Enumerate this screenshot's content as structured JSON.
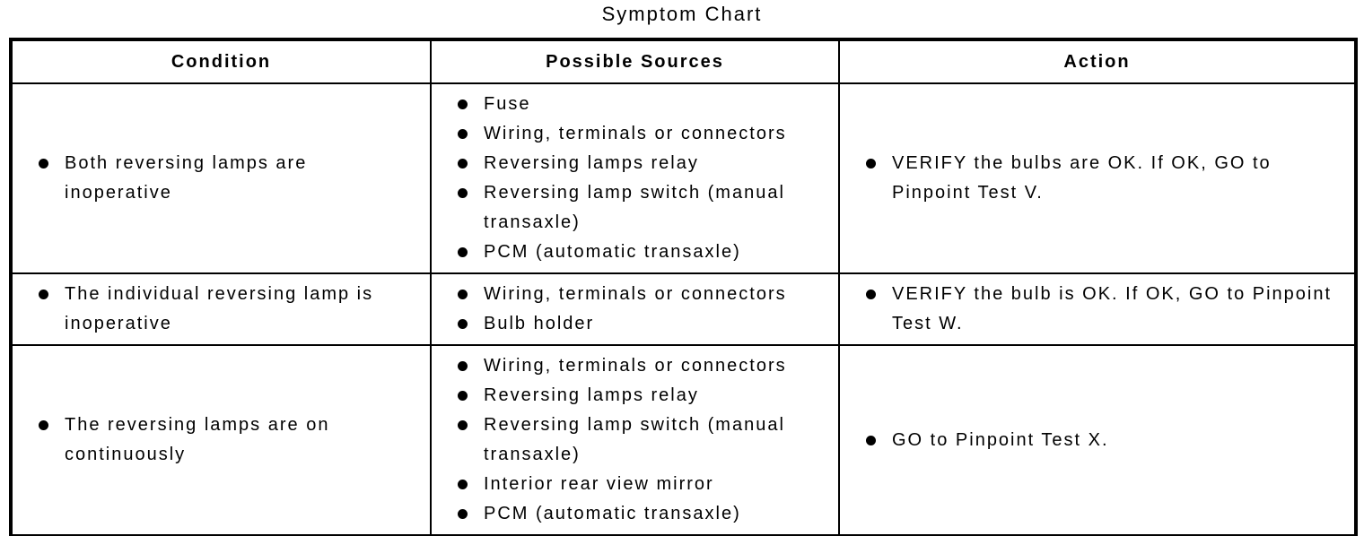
{
  "title": "Symptom Chart",
  "colors": {
    "text": "#000000",
    "border": "#000000",
    "background": "#ffffff"
  },
  "table": {
    "headers": [
      "Condition",
      "Possible Sources",
      "Action"
    ],
    "rows": [
      {
        "condition": [
          "Both reversing lamps are inoperative"
        ],
        "sources": [
          "Fuse",
          "Wiring, terminals or connectors",
          "Reversing lamps relay",
          "Reversing lamp switch (manual transaxle)",
          "PCM (automatic transaxle)"
        ],
        "action": [
          "VERIFY the bulbs are OK. If OK, GO to Pinpoint Test V."
        ]
      },
      {
        "condition": [
          "The individual reversing lamp is inoperative"
        ],
        "sources": [
          "Wiring, terminals or connectors",
          "Bulb holder"
        ],
        "action": [
          "VERIFY the bulb is OK. If OK, GO to Pinpoint Test W."
        ]
      },
      {
        "condition": [
          "The reversing lamps are on continuously"
        ],
        "sources": [
          "Wiring, terminals or connectors",
          "Reversing lamps relay",
          "Reversing lamp switch (manual transaxle)",
          "Interior rear view mirror",
          "PCM (automatic transaxle)"
        ],
        "action": [
          "GO to Pinpoint Test X."
        ]
      }
    ]
  }
}
